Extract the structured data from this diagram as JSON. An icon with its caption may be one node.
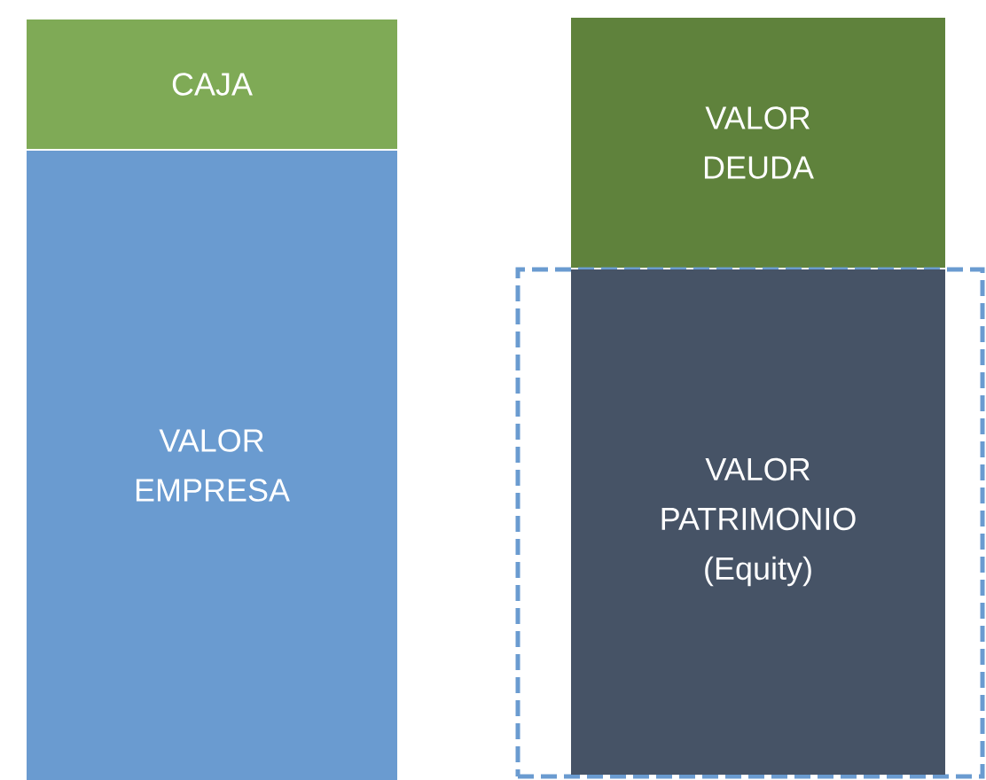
{
  "diagram": {
    "nodes": [
      {
        "text": [
          "CAJA"
        ]
      },
      {
        "text": [
          "VALOR EMPRESA"
        ]
      },
      {
        "text": [
          "VALOR DEUDA"
        ]
      },
      {
        "text": [],
        "shape": "box"
      },
      {
        "text": [
          "VALOR PATRIMONIO (Equity)"
        ],
        "in": 3
      }
    ]
  }
}
